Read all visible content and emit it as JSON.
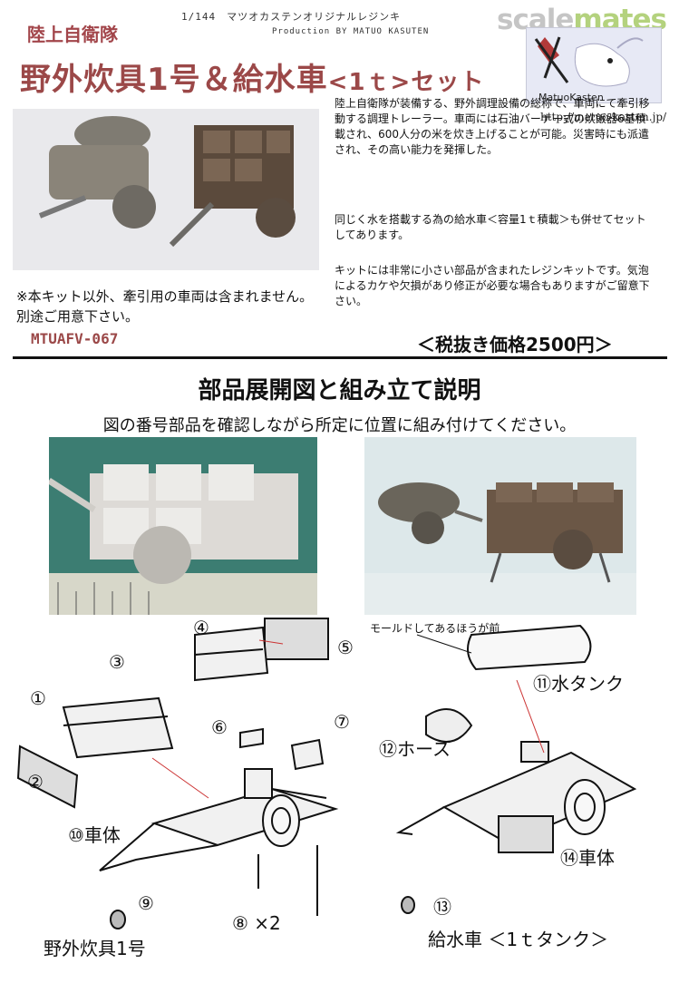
{
  "header": {
    "scale_line": "1/144　マツオカステンオリジナルレジンキ",
    "production": "Production BY MATUO KASUTEN",
    "watermark_main": "scale",
    "watermark_accent": "mates"
  },
  "subtitle": "陸上自衛隊",
  "title": "野外炊具1号＆給水車",
  "title_suffix": "<1ｔ>セット",
  "logo": {
    "text": "MatuoKasten"
  },
  "url": "http://matuo-kasten.jp/",
  "description": {
    "p1": "陸上自衛隊が装備する、野外調理設備の総称で、車両にて牽引移動する調理トレーラー。車両には石油バーナー式の炊飯器6基積載され、600人分の米を炊き上げることが可能。災害時にも派遣され、その高い能力を発揮した。",
    "p2": "同じく水を搭載する為の給水車＜容量1ｔ積載＞も併せてセットしてあります。",
    "p3": "キットには非常に小さい部品が含まれたレジンキットです。気泡によるカケや欠損があり修正が必要な場合もありますがご留意下さい。"
  },
  "note": "※本キット以外、牽引用の車両は含まれません。別途ご用意下さい。",
  "product_code": "MTUAFV-067",
  "price": "＜税抜き価格2500円＞",
  "assembly": {
    "title": "部品展開図と組み立て説明",
    "instructions": "図の番号部品を確認しながら所定に位置に組み付けてください。"
  },
  "diagram": {
    "left": {
      "labels": {
        "p1": "①",
        "p2": "②",
        "p3": "③",
        "p4": "④",
        "p5": "⑤",
        "p6": "⑥",
        "p7": "⑦",
        "p8": "⑧ ×2",
        "p9": "⑨",
        "p10": "⑩車体"
      },
      "caption": "野外炊具1号"
    },
    "right": {
      "mold_note": "モールドしてあるほうが前",
      "labels": {
        "p11": "⑪水タンク",
        "p12": "⑫ホース",
        "p13": "⑬",
        "p14": "⑭車体"
      },
      "caption": "給水車 ＜1ｔタンク＞"
    }
  },
  "colors": {
    "title_red": "#9b4848",
    "photo_green": "#3c7d72",
    "logo_bg": "#e7e9f5"
  }
}
